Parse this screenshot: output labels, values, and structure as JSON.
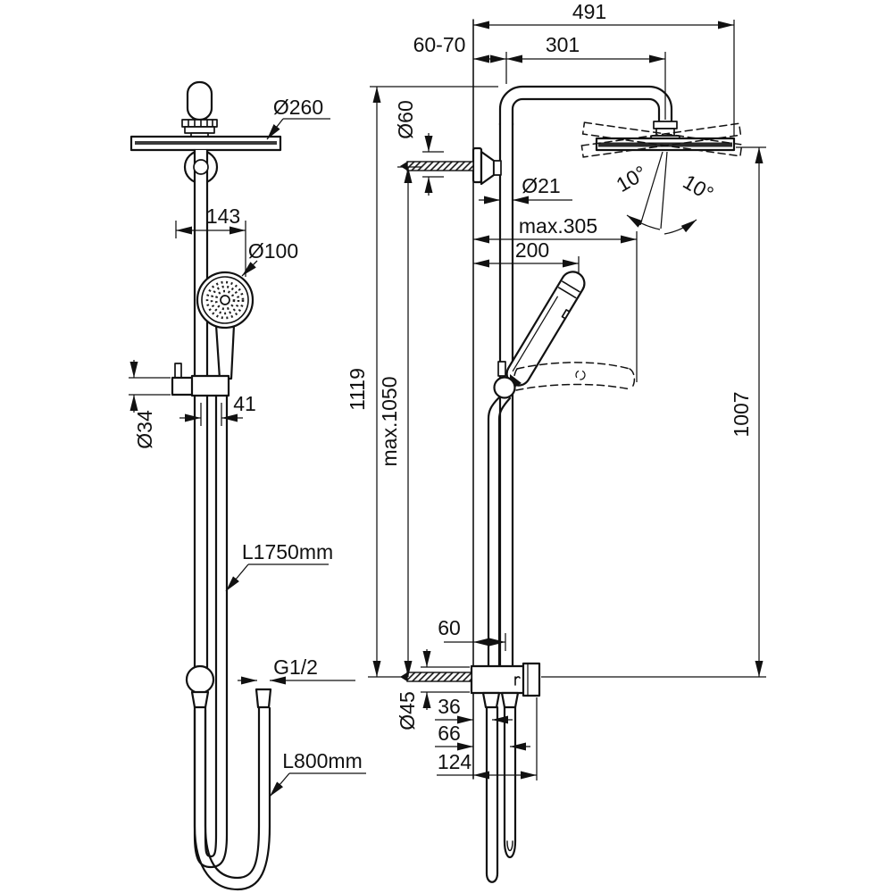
{
  "meta": {
    "title": "Shower system dimensional technical drawing",
    "views": [
      "front elevation",
      "side elevation"
    ],
    "line_color": "#111111",
    "background": "#ffffff"
  },
  "labels": {
    "front": {
      "dia_head": "Ø260",
      "offset_143": "143",
      "dia_hand": "Ø100",
      "dia_slider": "Ø34",
      "offset_41": "41",
      "hose_long": "L1750mm",
      "thread": "G1/2",
      "hose_short": "L800mm"
    },
    "side": {
      "width_491": "491",
      "wall_60_70": "60-70",
      "arm_301": "301",
      "dia_60": "Ø60",
      "dia_21": "Ø21",
      "max_305": "max.305",
      "holder_200": "200",
      "tilt_left": "10°",
      "tilt_right": "10°",
      "h_1119": "1119",
      "h_max1050": "max.1050",
      "h_1007": "1007",
      "off_60": "60",
      "dia_45": "Ø45",
      "off_36": "36",
      "off_66": "66",
      "off_124": "124"
    }
  }
}
